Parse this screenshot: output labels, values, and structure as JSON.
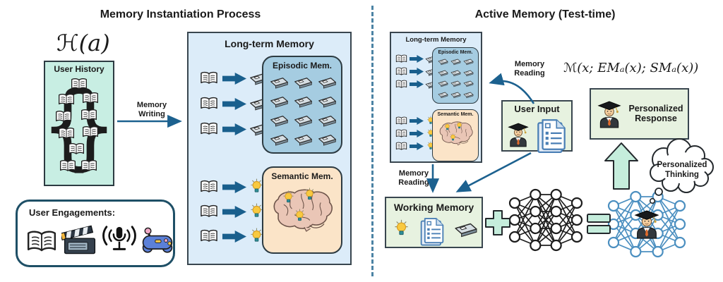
{
  "left": {
    "title": "Memory Instantiation Process",
    "math_h": "ℋ(a)",
    "user_history": {
      "label": "User History"
    },
    "memory_writing": {
      "line1": "Memory",
      "line2": "Writing"
    },
    "long_term_memory": {
      "label": "Long-term Memory",
      "episodic_label": "Episodic Mem.",
      "semantic_label": "Semantic Mem."
    },
    "user_engagements": {
      "label": "User Engagements:"
    }
  },
  "right": {
    "title": "Active Memory (Test-time)",
    "long_term_memory": {
      "label": "Long-term Memory",
      "episodic_label": "Episodic Mem.",
      "semantic_label": "Semantic Mem."
    },
    "memory_reading_top": {
      "line1": "Memory",
      "line2": "Reading"
    },
    "memory_reading_bottom": {
      "line1": "Memory",
      "line2": "Reading"
    },
    "user_input": {
      "label": "User Input"
    },
    "math_m": "ℳ(x; EMₐ(x); SMₐ(x))",
    "personalized_response": {
      "line1": "Personalized",
      "line2": "Response"
    },
    "working_memory": {
      "label": "Working Memory"
    },
    "thought_bubble": {
      "line1": "Personalized",
      "line2": "Thinking"
    }
  },
  "icons": {
    "book": "open-book-icon",
    "floppy": "floppy-disk-icon",
    "bulb": "lightbulb-icon",
    "brain": "brain-icon",
    "clapperboard": "clapperboard-icon",
    "microphone": "microphone-icon",
    "controller": "game-controller-icon",
    "graduate": "graduate-avatar-icon",
    "documents": "document-stack-icon",
    "neural_net": "neural-network-icon"
  },
  "colors": {
    "mint_box": "#c8eee3",
    "light_blue_box": "#dcecf9",
    "mid_blue_box": "#a5cce1",
    "peach_box": "#fbe4c8",
    "light_green_box": "#e7f2e0",
    "arrow_teal": "#1c618f",
    "operator_fill": "#c5eddc",
    "nn_blue": "#4b8fc0",
    "divider_blue": "#4c83a4"
  }
}
